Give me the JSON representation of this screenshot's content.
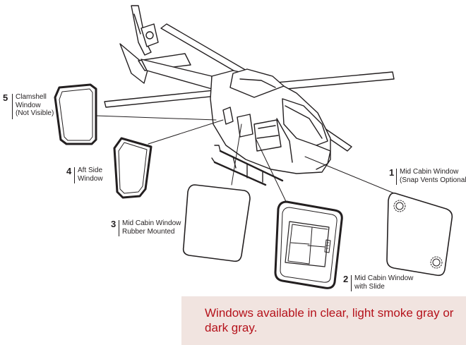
{
  "callouts": [
    {
      "number": "5",
      "lines": [
        "Clamshell",
        "Window",
        "(Not Visible)"
      ]
    },
    {
      "number": "4",
      "lines": [
        "Aft Side",
        "Window"
      ]
    },
    {
      "number": "3",
      "lines": [
        "Mid Cabin Window",
        "Rubber Mounted"
      ]
    },
    {
      "number": "2",
      "lines": [
        "Mid Cabin Window",
        "with Slide"
      ]
    },
    {
      "number": "1",
      "lines": [
        "Mid Cabin Window",
        "(Snap Vents Optional)"
      ]
    }
  ],
  "note": {
    "text": "Windows available in clear, light smoke gray or dark gray.",
    "background": "#f1e4e0",
    "color": "#b5121b"
  },
  "line_color": "#231f20"
}
